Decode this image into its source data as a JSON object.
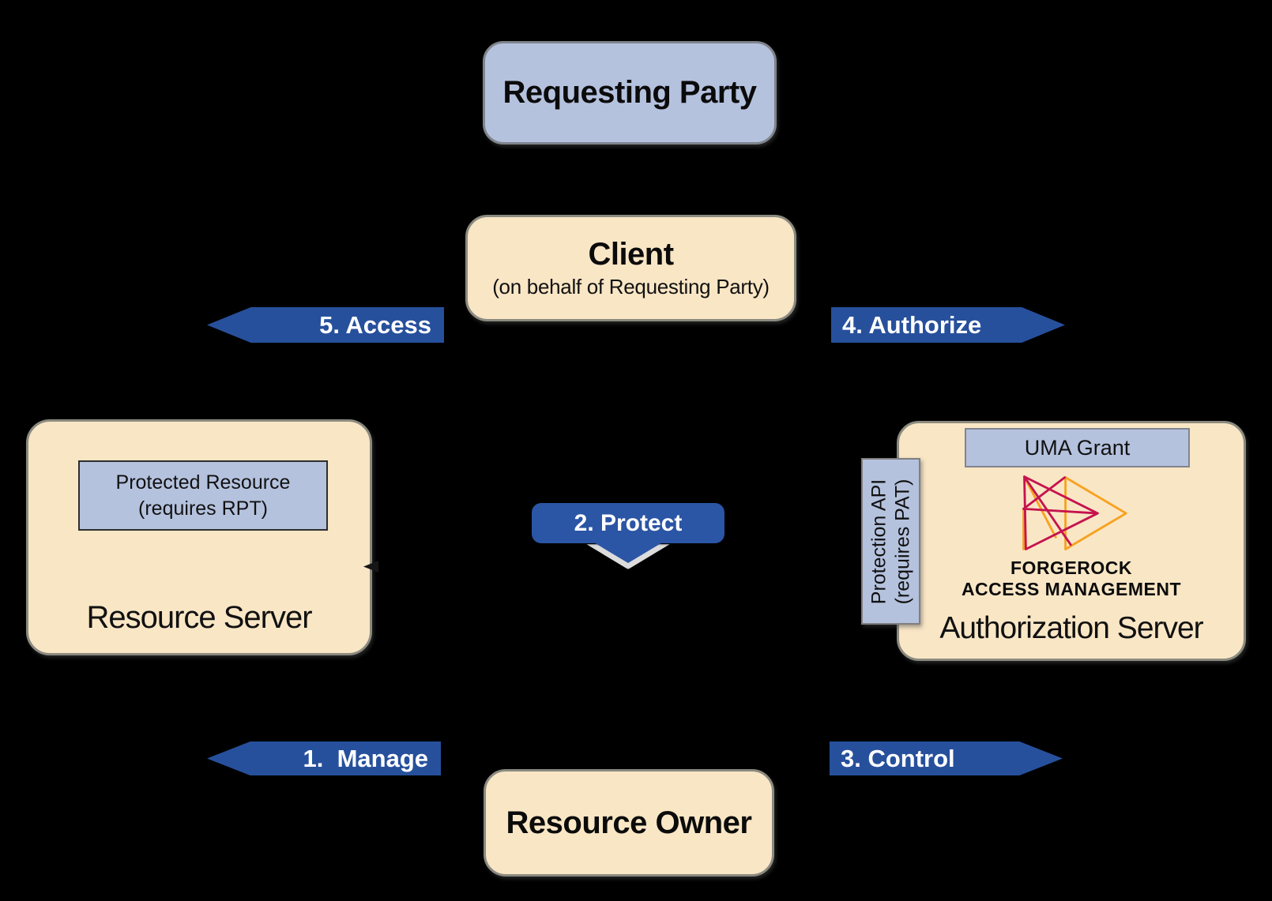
{
  "nodes": {
    "requesting_party": {
      "label": "Requesting Party"
    },
    "client": {
      "label": "Client",
      "sublabel": "(on behalf of Requesting Party)"
    },
    "resource_server": {
      "label": "Resource Server"
    },
    "protected_resource": {
      "line1": "Protected Resource",
      "line2": "(requires RPT)"
    },
    "authorization_server": {
      "label": "Authorization Server",
      "uma_grant_label": "UMA Grant",
      "protection_api_line1": "Protection API",
      "protection_api_line2": "(requires PAT)",
      "brand_line1": "FORGEROCK",
      "brand_line2": "ACCESS MANAGEMENT"
    },
    "resource_owner": {
      "label": "Resource Owner"
    }
  },
  "arrows": {
    "access": {
      "label": "5. Access",
      "direction": "left"
    },
    "authorize": {
      "label": "4. Authorize",
      "direction": "right"
    },
    "protect": {
      "label": "2. Protect",
      "direction": "down"
    },
    "manage": {
      "label": "1.  Manage",
      "direction": "left"
    },
    "control": {
      "label": "3. Control",
      "direction": "right"
    }
  },
  "colors": {
    "background": "#000000",
    "panel_cream": "#f9e6c5",
    "panel_blue": "#b5c2de",
    "arrow_blue": "#27509c",
    "protect_blue": "#2b55a5",
    "logo_crimson": "#c5134e",
    "logo_orange": "#f7a21f",
    "arrow_text": "#ffffff"
  }
}
